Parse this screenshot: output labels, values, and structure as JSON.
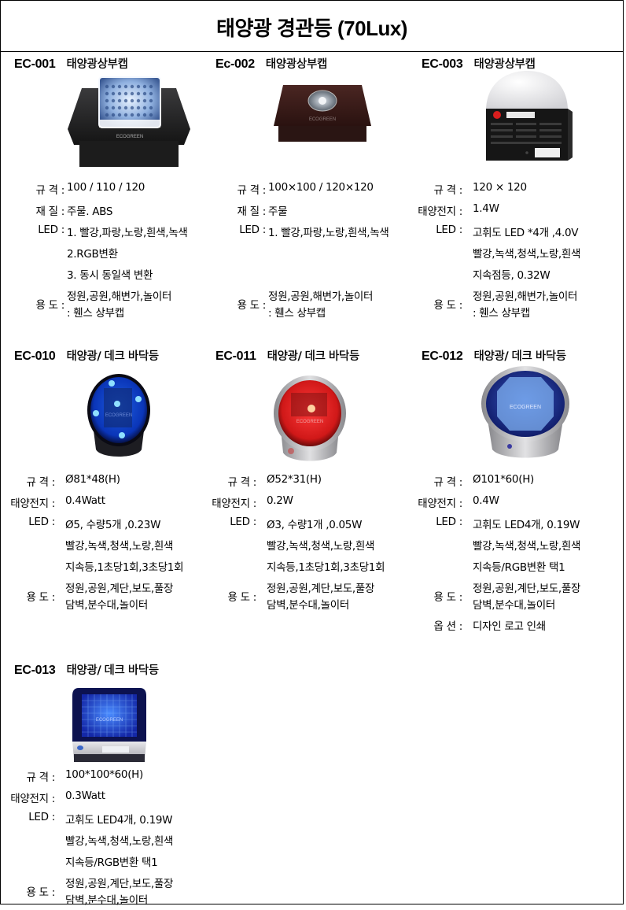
{
  "document": {
    "title": "태양광 경관등 (70Lux)"
  },
  "labels": {
    "size": "규 격 :",
    "material": "재 질 :",
    "led": "LED :",
    "led_spaced": "LED  :",
    "solar": "태양전지 :",
    "usage": "용 도 :",
    "option": "옵 션 :"
  },
  "products": [
    {
      "code": "EC-001",
      "name": "태양광상부캡",
      "image": "solar-post-cap-black-white-led",
      "specs": {
        "size": "100 / 110 / 120",
        "material": "주물. ABS",
        "led": [
          "1. 빨강,파랑,노랑,흰색,녹색",
          "2.RGB변환",
          "3. 동시 동일색 변환"
        ],
        "usage": [
          "정원,공원,해변가,놀이터",
          " : 휀스 상부캡"
        ]
      }
    },
    {
      "code": "Ec-002",
      "name": "태양광상부캡",
      "image": "solar-post-cap-bronze",
      "specs": {
        "size": "100×100 / 120×120",
        "material": "주물",
        "led": [
          "1. 빨강,파랑,노랑,흰색,녹색"
        ],
        "usage": [
          "정원,공원,해변가,놀이터",
          " : 휀스 상부캡"
        ]
      }
    },
    {
      "code": "EC-003",
      "name": "태양광상부캡",
      "image": "solar-post-cap-dome-black",
      "specs": {
        "size": "120 × 120",
        "solar": "1.4W",
        "led": [
          "고휘도 LED *4개 ,4.0V",
          "빨강,녹색,청색,노랑,흰색",
          "지속점등, 0.32W"
        ],
        "usage": [
          "정원,공원,해변가,놀이터",
          " : 휀스 상부캡"
        ]
      }
    },
    {
      "code": "EC-010",
      "name": "태양광/ 데크 바닥등",
      "image": "solar-deck-light-blue-round",
      "specs": {
        "size": "Ø81*48(H)",
        "solar": "0.4Watt",
        "led": [
          "Ø5, 수량5개 ,0.23W",
          "빨강,녹색,청색,노랑,흰색",
          "지속등,1초당1회,3초당1회"
        ],
        "usage": [
          "정원,공원,계단,보도,풀장",
          "담벽,분수대,놀이터"
        ]
      }
    },
    {
      "code": "EC-011",
      "name": "태양광/ 데크 바닥등",
      "image": "solar-deck-light-red-round",
      "specs": {
        "size": "Ø52*31(H)",
        "solar": "0.2W",
        "led": [
          "Ø3, 수량1개 ,0.05W",
          "빨강,녹색,청색,노랑,흰색",
          "지속등,1초당1회,3초당1회"
        ],
        "usage": [
          "정원,공원,계단,보도,풀장",
          "담벽,분수대,놀이터"
        ]
      }
    },
    {
      "code": "EC-012",
      "name": "태양광/ 데크 바닥등",
      "image": "solar-deck-light-blue-steel-round",
      "specs": {
        "size": "Ø101*60(H)",
        "solar": "0.4W",
        "led": [
          "고휘도 LED4개, 0.19W",
          "빨강,녹색,청색,노랑,흰색",
          "지속등/RGB변환 택1"
        ],
        "usage": [
          "정원,공원,계단,보도,풀장",
          "담벽,분수대,놀이터"
        ],
        "option": "디자인 로고 인쇄"
      }
    },
    {
      "code": "EC-013",
      "name": "태양광/ 데크 바닥등",
      "image": "solar-deck-light-blue-square",
      "specs": {
        "size": "100*100*60(H)",
        "solar": "0.3Watt",
        "led": [
          "고휘도 LED4개, 0.19W",
          "빨강,녹색,청색,노랑,흰색",
          "지속등/RGB변환 택1"
        ],
        "usage": [
          "정원,공원,계단,보도,풀장",
          "담벽,분수대,놀이터"
        ]
      }
    }
  ],
  "watermark": "ECOGREEN"
}
